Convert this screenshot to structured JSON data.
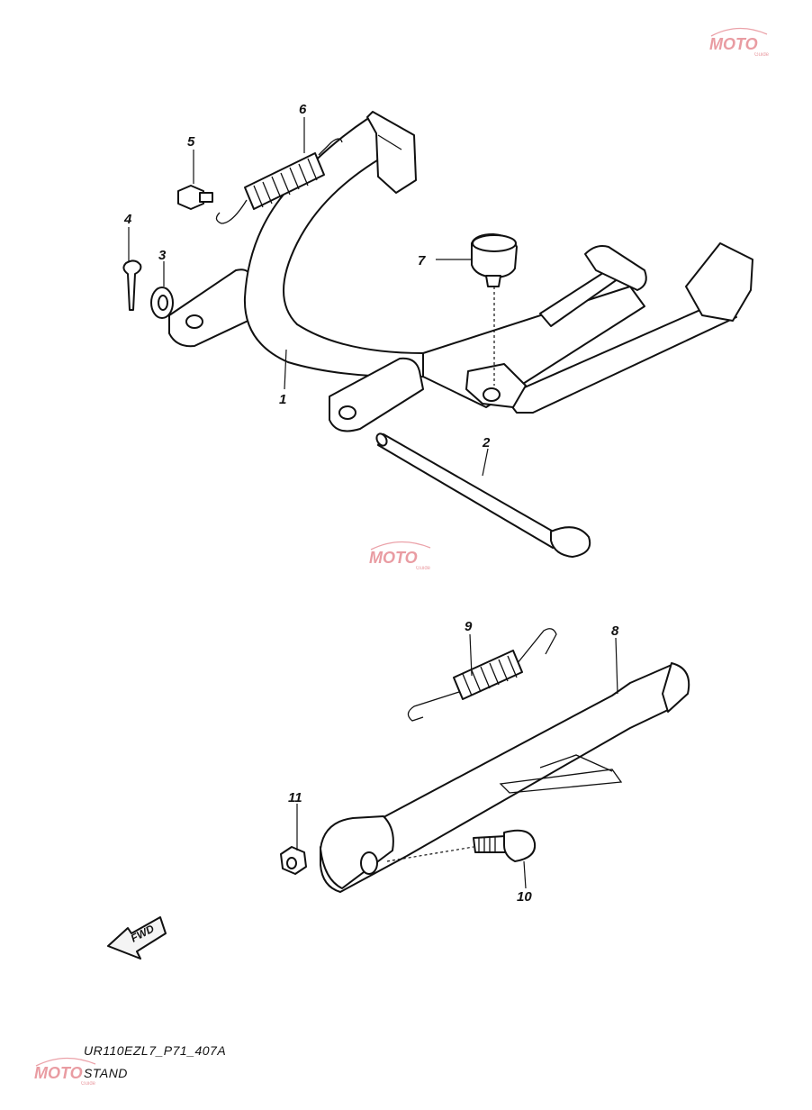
{
  "diagram": {
    "drawing_code": "UR110EZL7_P71_407A",
    "section_title": "STAND",
    "forward_arrow_label": "FWD",
    "watermark": {
      "brand": "MOTO",
      "sub": "Guide",
      "color": "#e27b84"
    },
    "part_labels": [
      "1",
      "2",
      "3",
      "4",
      "5",
      "6",
      "7",
      "8",
      "9",
      "10",
      "11"
    ],
    "colors": {
      "line": "#111111",
      "background": "#ffffff"
    }
  }
}
